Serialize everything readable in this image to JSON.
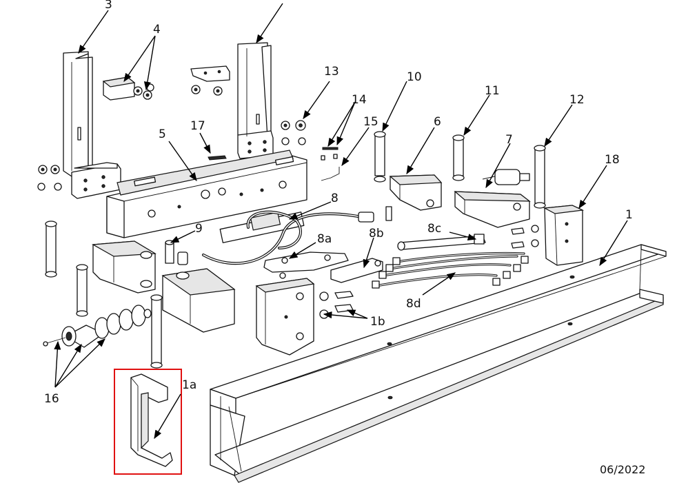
{
  "highlight_color": "#e01010",
  "date_stamp": "06/2022",
  "callouts": {
    "c1": "1",
    "c1a": "1a",
    "c1b": "1b",
    "c3": "3",
    "c4": "4",
    "c5": "5",
    "c6": "6",
    "c7": "7",
    "c8": "8",
    "c8a": "8a",
    "c8b": "8b",
    "c8c": "8c",
    "c8d": "8d",
    "c9": "9",
    "c10": "10",
    "c11": "11",
    "c12": "12",
    "c13": "13",
    "c14": "14",
    "c15": "15",
    "c16": "16",
    "c17": "17",
    "c18": "18"
  }
}
